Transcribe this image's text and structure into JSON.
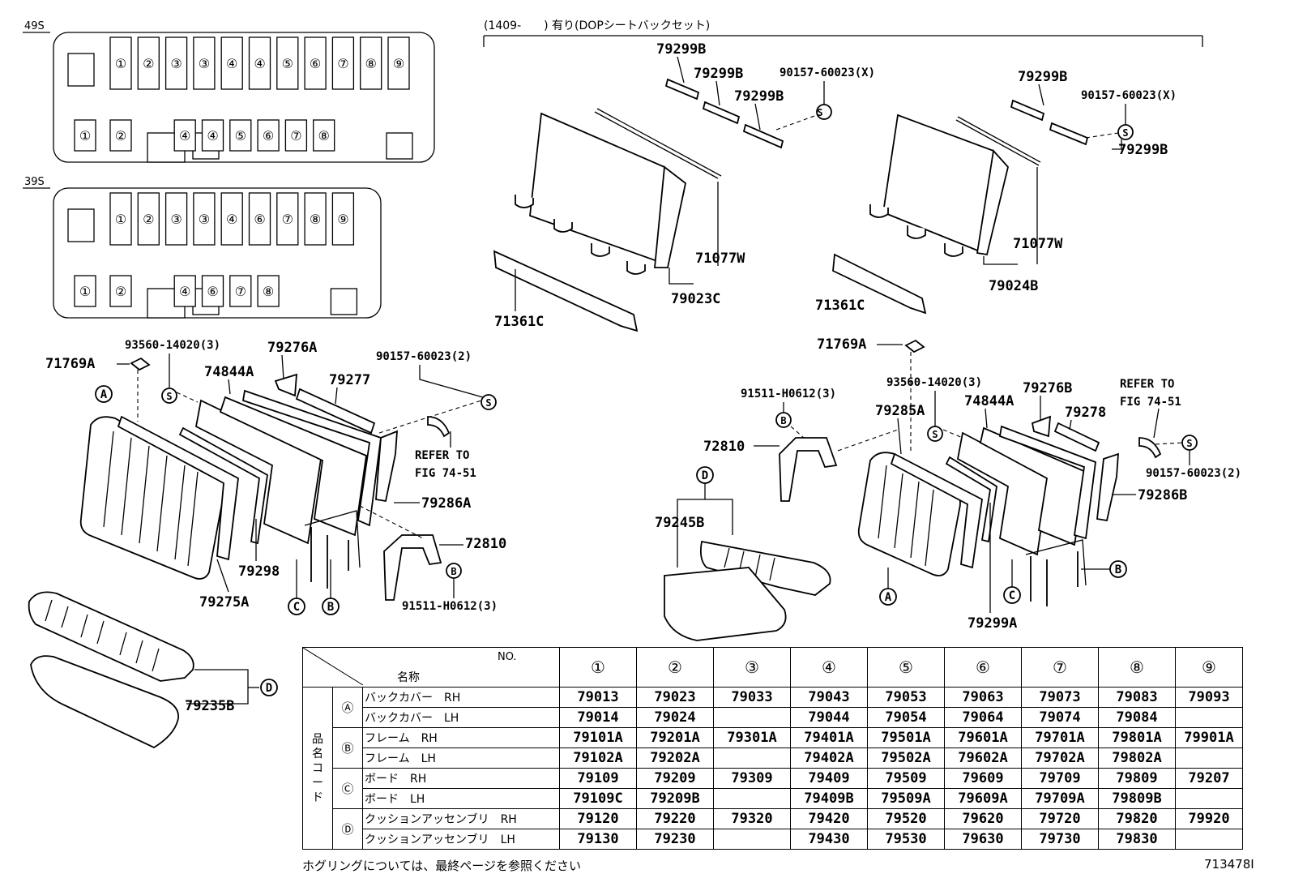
{
  "seat_layouts": [
    {
      "label": "49S",
      "top_row": [
        "①",
        "②",
        "③",
        "③",
        "④",
        "④",
        "⑤",
        "⑥",
        "⑦",
        "⑧",
        "⑨"
      ],
      "bottom_row": [
        "①",
        "②",
        "",
        "",
        "④",
        "④",
        "⑤",
        "⑥",
        "⑦",
        "⑧",
        ""
      ]
    },
    {
      "label": "39S",
      "top_row": [
        "①",
        "②",
        "③",
        "③",
        "④",
        "⑥",
        "⑦",
        "⑧",
        "⑨"
      ],
      "bottom_row": [
        "①",
        "②",
        "",
        "",
        "④",
        "⑥",
        "⑦",
        "⑧",
        ""
      ]
    }
  ],
  "dop_header": "(1409-　　) 有り(DOPシートバックセット)",
  "callouts": {
    "p79299B_1": "79299B",
    "p79299B_2": "79299B",
    "p79299B_3": "79299B",
    "p90157x_1": "90157-60023(X)",
    "p71077W_1": "71077W",
    "p79023C": "79023C",
    "p71361C_1": "71361C",
    "p79299B_4": "79299B",
    "p90157x_2": "90157-60023(X)",
    "p79299B_5": "79299B",
    "p71077W_2": "71077W",
    "p71361C_2": "71361C",
    "p79024B": "79024B",
    "p71769A_1": "71769A",
    "p71769A_2": "71769A",
    "p93560_1": "93560-14020(3)",
    "p79276A": "79276A",
    "p74844A_1": "74844A",
    "p79277": "79277",
    "p90157_2a": "90157-60023(2)",
    "refer_1a": "REFER TO",
    "refer_1b": "FIG 74-51",
    "p79286A": "79286A",
    "p72810_1": "72810",
    "p91511_1": "91511-H0612(3)",
    "p79298": "79298",
    "p79275A": "79275A",
    "p91511_2": "91511-H0612(3)",
    "p72810_2": "72810",
    "p79245B": "79245B",
    "p93560_2": "93560-14020(3)",
    "p79285A": "79285A",
    "p74844A_2": "74844A",
    "p79276B": "79276B",
    "p79278": "79278",
    "refer_2a": "REFER TO",
    "refer_2b": "FIG 74-51",
    "p90157_2b": "90157-60023(2)",
    "p79286B": "79286B",
    "p79299A": "79299A",
    "p79235B": "79235B"
  },
  "symbols": {
    "s": "S",
    "a": "A",
    "b": "B",
    "c": "C",
    "d": "D"
  },
  "table": {
    "no_label": "NO.",
    "name_label": "名称",
    "vertical_label": [
      "品",
      "名",
      "コ",
      "ー",
      "ド"
    ],
    "columns": [
      "①",
      "②",
      "③",
      "④",
      "⑤",
      "⑥",
      "⑦",
      "⑧",
      "⑨"
    ],
    "rows": [
      {
        "group": "Ⓐ",
        "name": "バックカバー　RH",
        "codes": [
          "79013",
          "79023",
          "79033",
          "79043",
          "79053",
          "79063",
          "79073",
          "79083",
          "79093"
        ]
      },
      {
        "group": "",
        "name": "バックカバー　LH",
        "codes": [
          "79014",
          "79024",
          "",
          "79044",
          "79054",
          "79064",
          "79074",
          "79084",
          ""
        ]
      },
      {
        "group": "Ⓑ",
        "name": "フレーム　RH",
        "codes": [
          "79101A",
          "79201A",
          "79301A",
          "79401A",
          "79501A",
          "79601A",
          "79701A",
          "79801A",
          "79901A"
        ]
      },
      {
        "group": "",
        "name": "フレーム　LH",
        "codes": [
          "79102A",
          "79202A",
          "",
          "79402A",
          "79502A",
          "79602A",
          "79702A",
          "79802A",
          ""
        ]
      },
      {
        "group": "Ⓒ",
        "name": "ボード　RH",
        "codes": [
          "79109",
          "79209",
          "79309",
          "79409",
          "79509",
          "79609",
          "79709",
          "79809",
          "79207"
        ]
      },
      {
        "group": "",
        "name": "ボード　LH",
        "codes": [
          "79109C",
          "79209B",
          "",
          "79409B",
          "79509A",
          "79609A",
          "79709A",
          "79809B",
          ""
        ]
      },
      {
        "group": "Ⓓ",
        "name": "クッションアッセンブリ　RH",
        "codes": [
          "79120",
          "79220",
          "79320",
          "79420",
          "79520",
          "79620",
          "79720",
          "79820",
          "79920"
        ]
      },
      {
        "group": "",
        "name": "クッションアッセンブリ　LH",
        "codes": [
          "79130",
          "79230",
          "",
          "79430",
          "79530",
          "79630",
          "79730",
          "79830",
          ""
        ]
      }
    ]
  },
  "footnote": "ホグリングについては、最終ページを参照ください",
  "figure_code": "713478I"
}
